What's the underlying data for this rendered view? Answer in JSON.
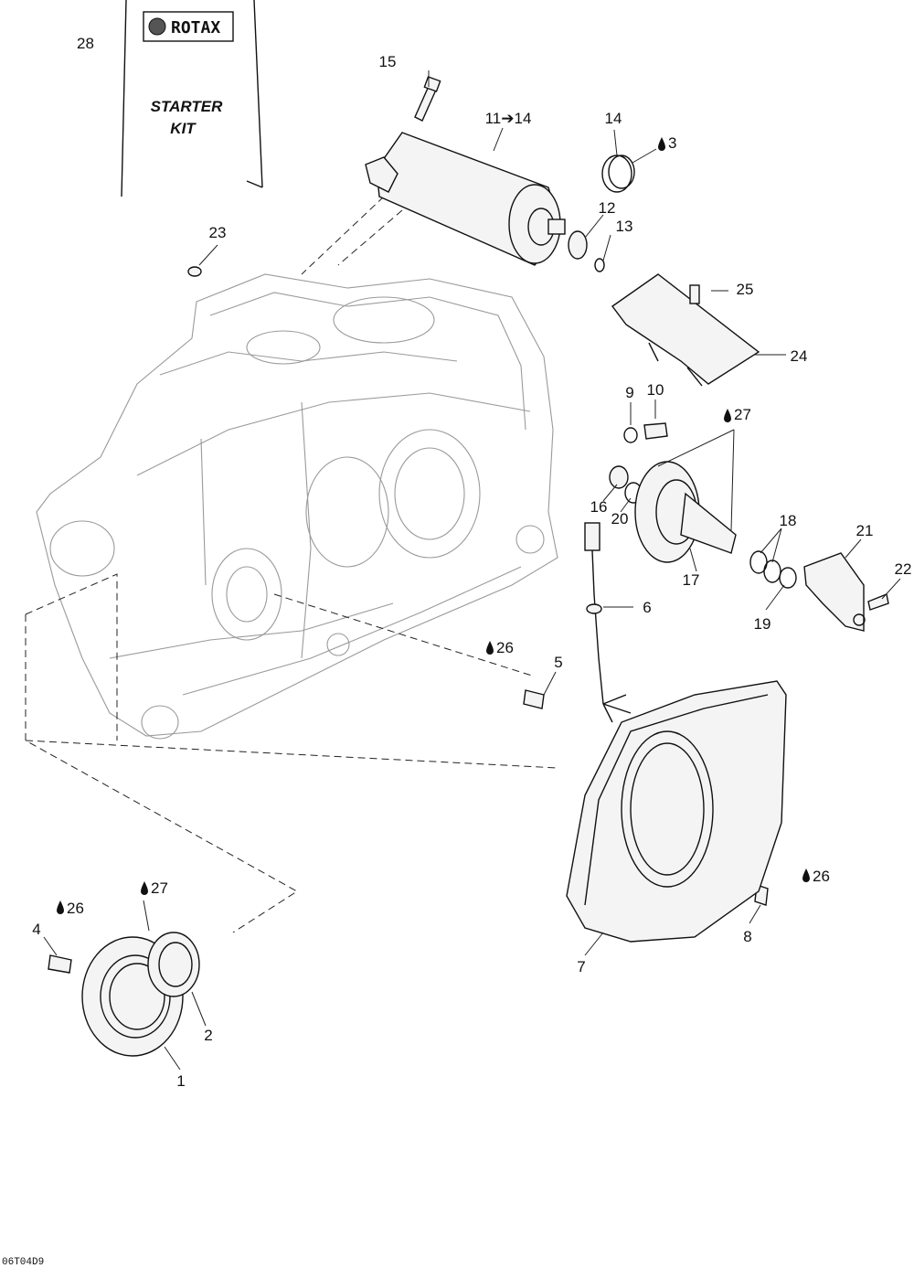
{
  "kit": {
    "number": "28",
    "brand": "ROTAX",
    "title_line1": "STARTER",
    "title_line2": "KIT"
  },
  "labels": {
    "p1": "1",
    "p2": "2",
    "p4": "4",
    "p5": "5",
    "p6": "6",
    "p7": "7",
    "p8": "8",
    "p9": "9",
    "p10": "10",
    "p11_14": "11➔14",
    "p12": "12",
    "p13": "13",
    "p14": "14",
    "p15": "15",
    "p16": "16",
    "p17": "17",
    "p18": "18",
    "p19": "19",
    "p20": "20",
    "p21": "21",
    "p22": "22",
    "p23": "23",
    "p24": "24",
    "p25": "25"
  },
  "lubricants": {
    "l3": "3",
    "l26_a": "26",
    "l26_b": "26",
    "l26_c": "26",
    "l27_a": "27",
    "l27_b": "27"
  },
  "icons": {
    "drop": "drop-icon",
    "logo": "rotax-logo-icon"
  },
  "footer_code": "06T04D9",
  "colors": {
    "line": "#111111",
    "ghost": "#9a9a9a",
    "background": "#ffffff"
  }
}
